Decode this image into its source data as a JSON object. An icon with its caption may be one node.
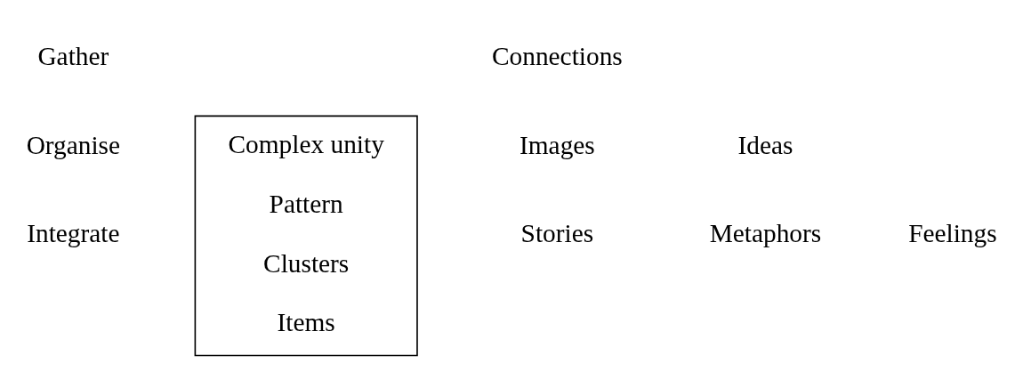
{
  "diagram": {
    "nodes": [
      {
        "text": [
          "Complex unity",
          "Pattern",
          "Clusters",
          "Items"
        ]
      }
    ],
    "labels": [
      "Integrate",
      "Organise",
      "Gather",
      "Stories",
      "Images",
      "Connections",
      "Metaphors",
      "Ideas",
      "Feelings"
    ]
  }
}
